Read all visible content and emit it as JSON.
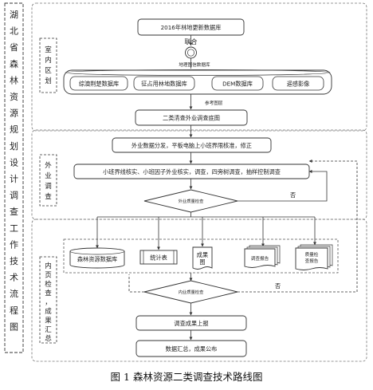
{
  "figure_caption": "图 1  森林资源二类调查技术路线图",
  "side_title_chars": [
    "湖",
    "北",
    "省",
    "森",
    "林",
    "资",
    "源",
    "规",
    "划",
    "设",
    "计",
    "调",
    "查",
    "工",
    "作",
    "技",
    "术",
    "流",
    "程",
    "图"
  ],
  "stages": [
    {
      "chars": [
        "室",
        "内",
        "区",
        "划"
      ]
    },
    {
      "chars": [
        "外",
        "业",
        "调",
        "查"
      ]
    },
    {
      "chars": [
        "内",
        "页",
        "检",
        "查",
        "，",
        "成",
        "果",
        "汇",
        "总"
      ]
    }
  ],
  "nodes": {
    "db2016": "2016年林地更新数据库",
    "join": "联合",
    "geo_db": "地理图信数据库",
    "sources": [
      "综澳荆楚数据库",
      "征占用林地数据库",
      "DEM数据库",
      "遥感影像"
    ],
    "ref_layer": "参考图层",
    "base_map": "二类清查外业调查底图",
    "field_task": "外业数据分发，平板电脑上小班界限核准，修正",
    "subplot_check": "小班界线核实、小班因子外业核实，调查，四旁树调查，抽样控制调查",
    "field_qc": "外业质量检查",
    "no1": "否",
    "outputs": [
      "森林资源数据库",
      "统计表",
      "成果图",
      "调查报告",
      "质量检查报告"
    ],
    "internal_qc": "内业质量检查",
    "no2": "否",
    "submit": "调查成果上报",
    "publish": "数据汇总，成果公布"
  }
}
